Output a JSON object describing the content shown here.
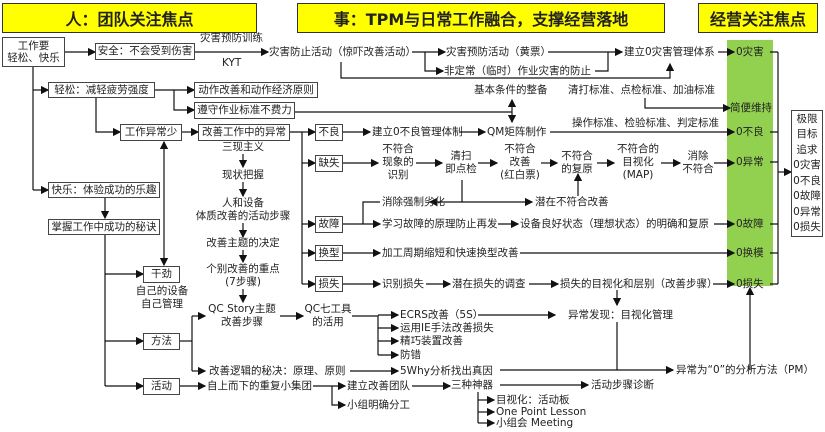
{
  "headers": {
    "people": "人：团队关注焦点",
    "things": "事：TPM与日常工作融合，支撑经营落地",
    "business": "经营关注焦点"
  },
  "left": {
    "root": [
      "工作要",
      "轻松、快乐"
    ],
    "safety": "安全：不会受到伤害",
    "easy": "轻松：减轻疲劳强度",
    "joy": "快乐：体验成功的乐趣",
    "secret": "掌握工作中成功的秘诀",
    "motion": "动作改善和动作经济原则",
    "standard": "遵守作业标准不费力",
    "few_abnormal": "工作异常少",
    "improve_abnormal": "改善工作中的异常",
    "drive": "干劲",
    "own": [
      "自己的设备",
      "自己管理"
    ],
    "method": "方法",
    "activity": "活动"
  },
  "steps": [
    "三现主义",
    "现状把握",
    "人和设备",
    "体质改善的活动步骤",
    "改善主题的决定",
    "个别改善的重点",
    "(7步骤)"
  ],
  "safety_row": {
    "training": "灾害预防训练",
    "kyt": "KYT",
    "prevent": "灾害防止活动（惊吓改善活动）",
    "yellow": "灾害预防活动（黄票）",
    "nonroutine": "非定常（临时）作业灾害的防止",
    "system": "建立0灾害管理体系"
  },
  "basic": {
    "condition": "基本条件的整备",
    "std1": "清打标准、点检标准、加油标准",
    "std2": "操作标准、检验标准、判定标准"
  },
  "categories": {
    "defect": "不良",
    "lack": "缺失",
    "breakdown": "故障",
    "changeover": "换型",
    "loss": "损失"
  },
  "defect_row": {
    "a": "建立0不良管理体制",
    "b": "QM矩阵制作"
  },
  "lack_row": {
    "a": [
      "不符合",
      "现象的",
      "识别"
    ],
    "b": [
      "清扫",
      "即点检"
    ],
    "c": [
      "不符合",
      "改善",
      "(红白票)"
    ],
    "d": [
      "不符合",
      "的复原"
    ],
    "e": [
      "不符合的",
      "目视化",
      "(MAP)"
    ],
    "f": [
      "消除",
      "不符合"
    ],
    "forced": "消除强制劣化",
    "latent": "潜在不符合改善"
  },
  "breakdown_row": {
    "a": "学习故障的原理防止再发",
    "b": "设备良好状态（理想状态）的明确和复原"
  },
  "changeover_row": {
    "a": "加工周期缩短和快速换型改善"
  },
  "loss_row": {
    "a": "识别损失",
    "b": "潜在损失的调查",
    "c": "损失的目视化和层别（改善步骤）"
  },
  "method_row": {
    "qcstory": [
      "QC Story主题",
      "改善步骤"
    ],
    "qc7": [
      "QC七工具",
      "的活用"
    ],
    "items": [
      "ECRS改善（5S）",
      "运用IE手法改善损失",
      "精巧装置改善",
      "防错"
    ],
    "logic": "改善逻辑的秘决：原理、原则",
    "why": "5Why分析找出真因",
    "visual": "异常发现：目视化管理",
    "pm": "异常为“0”的分析方法（PM）"
  },
  "activity_row": {
    "topdown": "自上而下的重复小集团",
    "team": "建立改善团队",
    "roles": "小组明确分工",
    "tools": "三种神器",
    "tool_items": [
      "目视化：活动板",
      "One Point Lesson",
      "小组会 Meeting"
    ],
    "diagnosis": "活动步骤诊断"
  },
  "focus": [
    "0灾害",
    "简便维持",
    "0不良",
    "0异常",
    "0故障",
    "0换模",
    "0损失"
  ],
  "ultimate": [
    "极限",
    "目标",
    "追求",
    "0灾害",
    "0不良",
    "0故障",
    "0异常",
    "0损失"
  ]
}
